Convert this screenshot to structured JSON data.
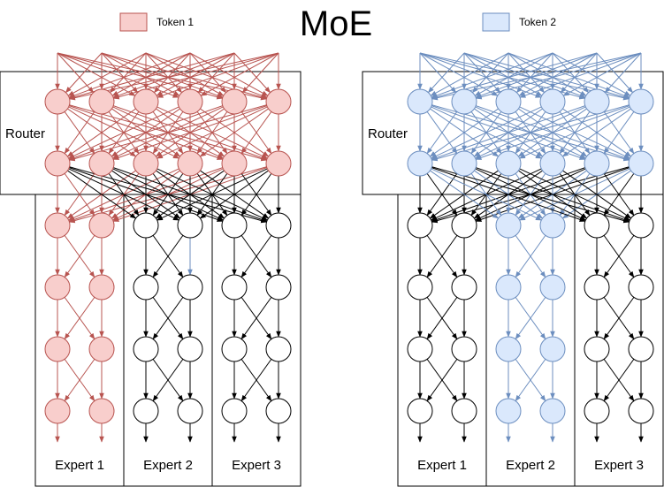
{
  "title": "MoE",
  "legend": [
    {
      "label": "Token 1",
      "fill": "#f8cecc",
      "stroke": "#b85450"
    },
    {
      "label": "Token 2",
      "fill": "#dae8fc",
      "stroke": "#6c8ebf"
    }
  ],
  "colors": {
    "token1_line": "#b85450",
    "token2_line": "#6c8ebf",
    "token1_fill": "#f8cecc",
    "token2_fill": "#dae8fc",
    "neutral_fill": "#ffffff",
    "neutral_line": "#000000"
  },
  "panels": [
    {
      "token": "token1",
      "router_label": "Router",
      "experts": [
        {
          "label": "Expert 1",
          "active": true
        },
        {
          "label": "Expert 2",
          "active": false
        },
        {
          "label": "Expert 3",
          "active": false
        }
      ]
    },
    {
      "token": "token2",
      "router_label": "Router",
      "experts": [
        {
          "label": "Expert 1",
          "active": false
        },
        {
          "label": "Expert 2",
          "active": true
        },
        {
          "label": "Expert 3",
          "active": false
        }
      ]
    }
  ]
}
